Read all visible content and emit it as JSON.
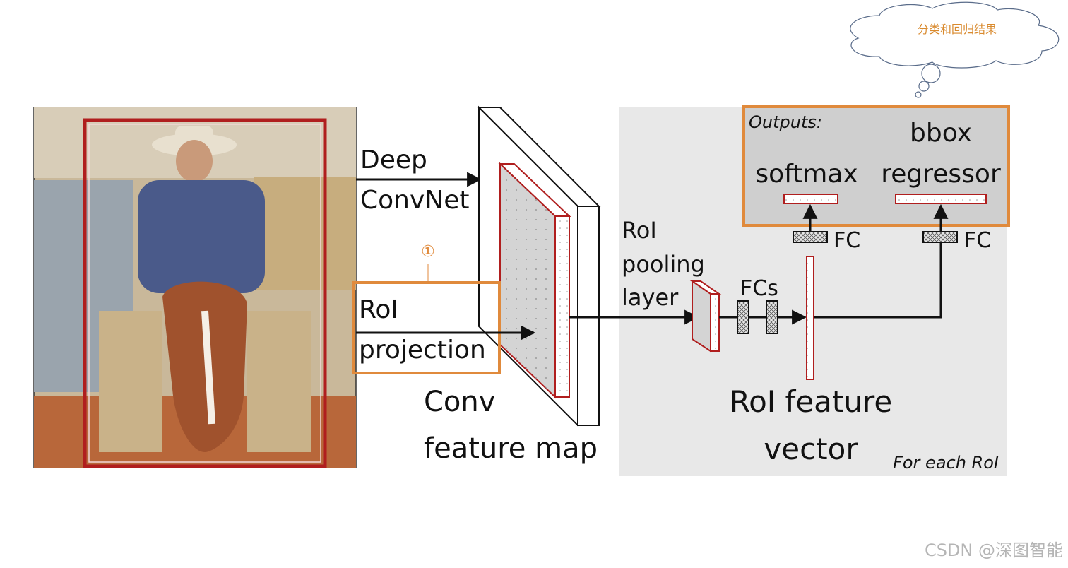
{
  "cloud": {
    "text": "分类和回归结果"
  },
  "labels": {
    "deep_convnet": [
      "Deep",
      "ConvNet"
    ],
    "circle_num": "①",
    "roi_projection": [
      "RoI",
      "projection"
    ],
    "conv_feature_map": [
      "Conv",
      "feature map"
    ],
    "roi_pooling": [
      "RoI",
      "pooling",
      "layer"
    ],
    "fcs": "FCs",
    "fc_left": "FC",
    "fc_right": "FC",
    "outputs": "Outputs:",
    "softmax": "softmax",
    "bbox": [
      "bbox",
      "regressor"
    ],
    "roi_feature_vector": [
      "RoI feature",
      "vector"
    ],
    "for_each_roi": "For each RoI"
  },
  "watermark": "CSDN @深图智能",
  "colors": {
    "highlight_orange": "#e08a3c",
    "roi_red": "#b01e1e",
    "panel_gray": "#e8e8e8",
    "cloud_text": "#d98a2e"
  }
}
